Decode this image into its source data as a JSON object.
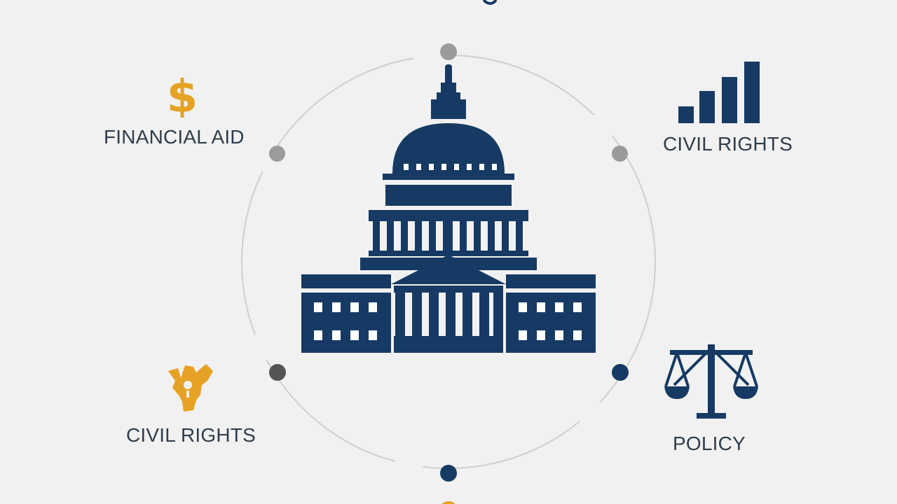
{
  "labels": {
    "financial_aid": "FINANCIAL AID",
    "civil_rights_top": "CIVIL RIGHTS",
    "civil_rights_bottom": "CIVIL RIGHTS",
    "policy": "POLICY"
  },
  "colors": {
    "background": "#f1f1f1",
    "navy": "#163a63",
    "gold": "#e5a224",
    "gray_node": "#9b9b9b",
    "dark_node": "#555555",
    "ring": "#cccccc",
    "text": "#2f3d4c"
  },
  "icons": {
    "center": "capitol-building-icon",
    "financial_aid": "dollar-sign-icon",
    "civil_rights_top": "bar-chart-icon",
    "civil_rights_bottom": "hand-icon",
    "policy": "scales-of-justice-icon"
  }
}
